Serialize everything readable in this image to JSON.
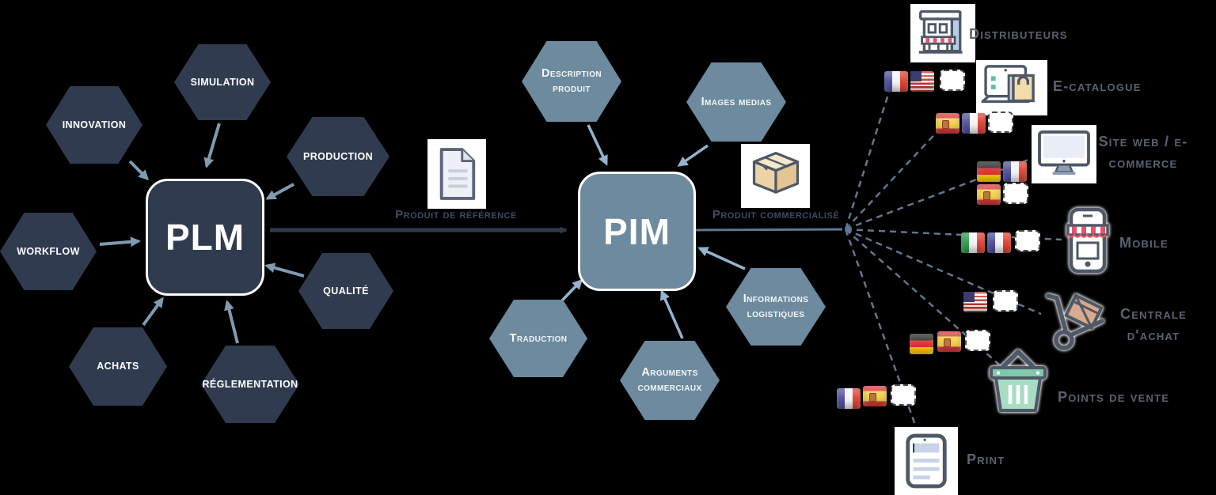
{
  "plm": {
    "title": "PLM",
    "satellites": [
      {
        "label": "INNOVATION"
      },
      {
        "label": "SIMULATION"
      },
      {
        "label": "PRODUCTION"
      },
      {
        "label": "WORKFLOW"
      },
      {
        "label": "QUALITÉ"
      },
      {
        "label": "ACHATS"
      },
      {
        "label": "RÉGLEMENTATION"
      }
    ]
  },
  "pim": {
    "title": "PIM",
    "satellites": [
      {
        "label": "Description produit"
      },
      {
        "label": "Images medias"
      },
      {
        "label": "Traduction"
      },
      {
        "label": "Arguments commerciaux"
      },
      {
        "label": "Informations logistiques"
      }
    ]
  },
  "flows": {
    "reference": {
      "label": "Produit de référence",
      "icon": "document-icon"
    },
    "commercialized": {
      "label": "Produit commercialisé",
      "icon": "package-icon"
    }
  },
  "channels": [
    {
      "label": "Distributeurs",
      "icon": "store-icon",
      "flags": [
        "france",
        "usa",
        "blank"
      ]
    },
    {
      "label": "E-catalogue",
      "icon": "laptop-shopping-icon",
      "flags": [
        "spain",
        "france",
        "blank"
      ]
    },
    {
      "label": "Site web / e-commerce",
      "icon": "monitor-icon",
      "flags": [
        "germany",
        "france",
        "spain",
        "blank"
      ]
    },
    {
      "label": "Mobile",
      "icon": "mobile-store-icon",
      "flags": [
        "italy",
        "france",
        "blank"
      ]
    },
    {
      "label": "Centrale d'achat",
      "icon": "handtruck-icon",
      "flags": [
        "usa",
        "blank"
      ]
    },
    {
      "label": "Points de vente",
      "icon": "basket-icon",
      "flags": [
        "germany",
        "spain",
        "blank"
      ]
    },
    {
      "label": "Print",
      "icon": "print-icon",
      "flags": [
        "france",
        "spain",
        "blank"
      ]
    }
  ],
  "colors": {
    "background": "#000000",
    "plm_node": "#303b4f",
    "pim_node": "#6d8a9e",
    "arrow_main": "#2e3b4e",
    "arrow_plm_inputs": "#7e9bb1",
    "arrow_pim_inputs": "#94b3ce",
    "fan_lines": "#5f7890",
    "flow_label_text": "#3c4c63",
    "channel_label_text": "#5a6370"
  }
}
